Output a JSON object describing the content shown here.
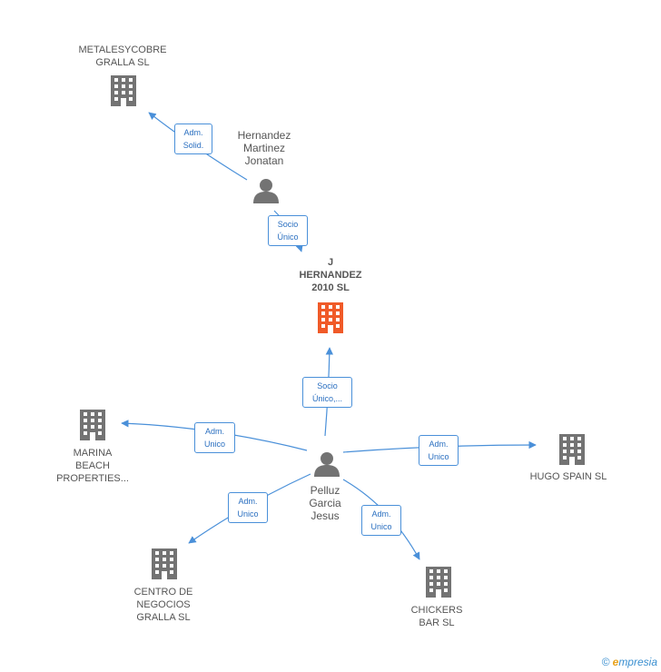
{
  "colors": {
    "company": "#737373",
    "main_company": "#f05a28",
    "person": "#737373",
    "edge": "#4a90d9"
  },
  "nodes": {
    "metalesycobre": {
      "label": "METALESYCOBRE\nGRALLA SL",
      "icon": "building-icon"
    },
    "jhernandez": {
      "label": "J\nHERNANDEZ\n2010 SL",
      "icon": "building-icon"
    },
    "marina": {
      "label": "MARINA\nBEACH\nPROPERTIES...",
      "icon": "building-icon"
    },
    "hugo": {
      "label": "HUGO SPAIN SL",
      "icon": "building-icon"
    },
    "centro": {
      "label": "CENTRO DE\nNEGOCIOS\nGRALLA SL",
      "icon": "building-icon"
    },
    "chickers": {
      "label": "CHICKERS\nBAR SL",
      "icon": "building-icon"
    },
    "hernandez_person": {
      "label": "Hernandez\nMartinez\nJonatan",
      "icon": "person-icon"
    },
    "pelluz_person": {
      "label": "Pelluz\nGarcia\nJesus",
      "icon": "person-icon"
    }
  },
  "relations": {
    "hernandez_metales": "Adm.\nSolid.",
    "hernandez_jh": "Socio\nÚnico",
    "pelluz_jh": "Socio\nÚnico,...",
    "pelluz_marina": "Adm.\nUnico",
    "pelluz_hugo": "Adm.\nUnico",
    "pelluz_centro": "Adm.\nUnico",
    "pelluz_chickers": "Adm.\nUnico"
  },
  "footer": {
    "copyright": "©",
    "brand_initial": "e",
    "brand_rest": "mpresia"
  }
}
